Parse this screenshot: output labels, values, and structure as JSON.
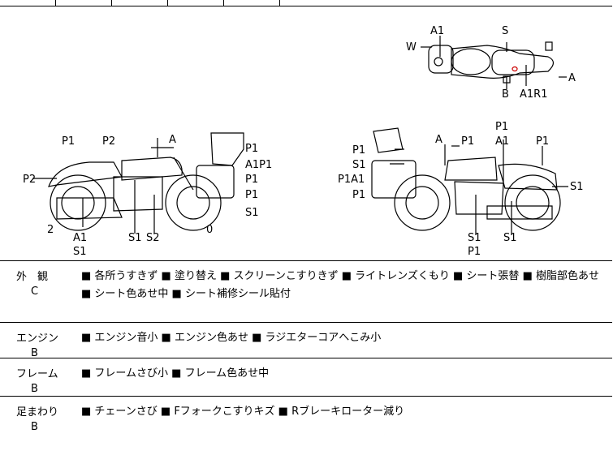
{
  "diagram": {
    "side_left_labels": [
      "P1",
      "P2",
      "A",
      "P1",
      "P2",
      "A1P1",
      "P1",
      "P1",
      "S1",
      "2",
      "A1",
      "S1",
      "S1",
      "S2",
      "0"
    ],
    "side_right_labels": [
      "A",
      "P1",
      "P1",
      "A1",
      "P1",
      "P1",
      "S1",
      "P1A1",
      "P1",
      "S1",
      "S1",
      "P1",
      "S1"
    ],
    "top_labels": [
      "A1",
      "S",
      "W",
      "A",
      "B",
      "A1R1"
    ]
  },
  "sections": [
    {
      "category": "外　観",
      "grade": "C",
      "notes": "■ 各所うすきず ■ 塗り替え ■ スクリーンこすりきず ■ ライトレンズくもり ■ シート張替 ■ 樹脂部色あせ ■ シート色あせ中 ■ シート補修シール貼付"
    },
    {
      "category": "エンジン",
      "grade": "B",
      "notes": "■ エンジン音小 ■ エンジン色あせ ■ ラジエターコアへこみ小"
    },
    {
      "category": "フレーム",
      "grade": "B",
      "notes": "■ フレームさび小 ■ フレーム色あせ中"
    },
    {
      "category": "足まわり",
      "grade": "B",
      "notes": "■ チェーンさび ■ Fフォークこすりキズ ■ Rブレーキローター減り"
    }
  ]
}
